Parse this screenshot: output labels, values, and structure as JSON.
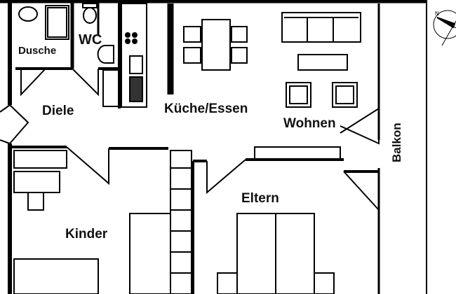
{
  "rooms": {
    "dusche": "Dusche",
    "wc": "WC",
    "diele": "Diele",
    "kueche": "Küche/Essen",
    "wohnen": "Wohnen",
    "balkon": "Balkon",
    "kinder": "Kinder",
    "eltern": "Eltern"
  },
  "compass": {
    "north": "N"
  }
}
